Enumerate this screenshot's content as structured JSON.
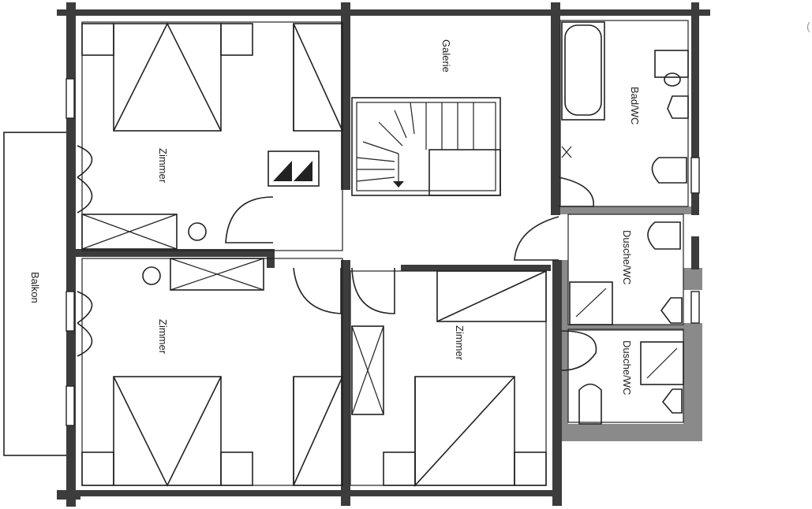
{
  "rooms": {
    "galerie": "Galerie",
    "bad_wc": "Bad/WC",
    "zimmer_top_left": "Zimmer",
    "zimmer_bottom_left": "Zimmer",
    "zimmer_bottom_right": "Zimmer",
    "dusche_wc_1": "Dusche/WC",
    "dusche_wc_2": "Dusche/WC",
    "balkon": "Balkon"
  },
  "colors": {
    "wall": "#3c3c3c",
    "wet_wall": "#8a8a8a"
  }
}
